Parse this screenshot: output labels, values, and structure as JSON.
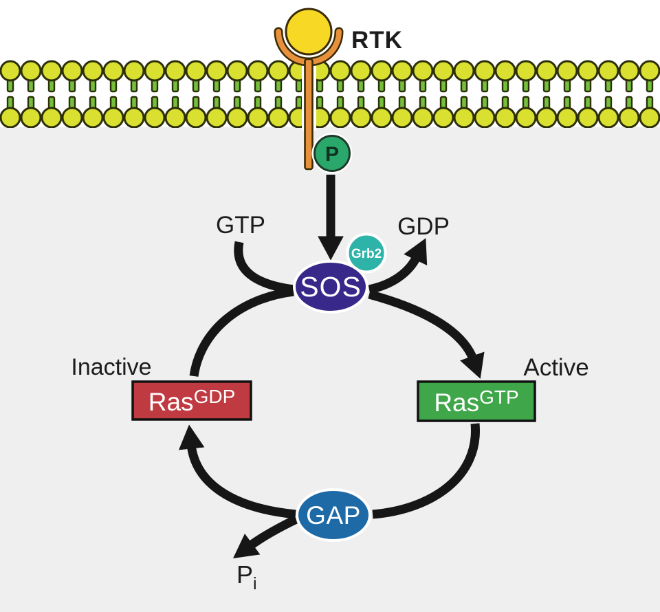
{
  "labels": {
    "receptor": "RTK",
    "phosphate": "P",
    "gtp": "GTP",
    "gdp": "GDP",
    "sos": "SOS",
    "grb2": "Grb2",
    "gap": "GAP",
    "inactive_caption": "Inactive",
    "active_caption": "Active",
    "ras_inactive": {
      "base": "Ras",
      "sup": "GDP"
    },
    "ras_active": {
      "base": "Ras",
      "sup": "GTP"
    },
    "pi": {
      "base": "P",
      "sub": "i"
    }
  },
  "colors": {
    "background_top": "#ffffff",
    "background_body": "#efefef",
    "lipid_head": "#d9e02f",
    "lipid_tail": "#74c03c",
    "lipid_outline": "#2c2f0a",
    "receptor_orange": "#e8913c",
    "receptor_outline": "#3a2b05",
    "ligand_yellow": "#f6d825",
    "phosphate_green": "#2aa76b",
    "phosphate_outline": "#1d3b28",
    "phosphate_text": "#12301f",
    "sos_purple": "#38288a",
    "grb2_teal": "#2db3a8",
    "ras_gdp_red": "#bf3a41",
    "ras_gtp_green": "#3fa64a",
    "box_border": "#111111",
    "gap_blue": "#1e6aa7",
    "arrow_black": "#161616",
    "label_black": "#1c1c1c",
    "node_text": "#ffffff"
  }
}
